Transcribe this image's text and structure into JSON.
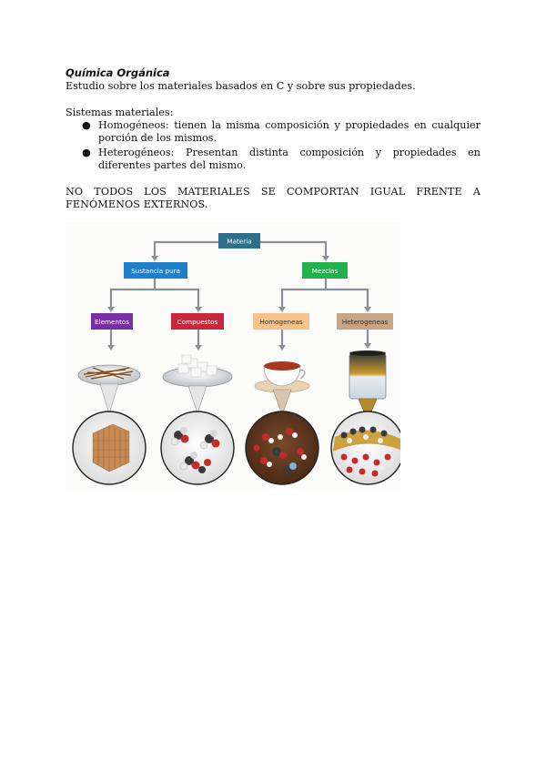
{
  "document": {
    "title": "Química Orgánica",
    "subtitle": "Estudio sobre los materiales basados en C y sobre sus propiedades.",
    "systems_label": "Sistemas materiales:",
    "bullets": [
      {
        "text": "Homogéneos: tienen la misma composición y propiedades en cualquier porción de los mismos."
      },
      {
        "text": "Heterogéneos: Presentan distinta composición y propiedades en diferentes partes del mismo."
      }
    ],
    "notice": "NO TODOS LOS MATERIALES SE COMPORTAN IGUAL FRENTE A FENÓMENOS EXTERNOS."
  },
  "diagram": {
    "root": "Materia",
    "level1": [
      "Sustancia pura",
      "Mezclas"
    ],
    "level2": [
      "Elementos",
      "Compuestos",
      "Homogeneas",
      "Heterogeneas"
    ],
    "colors": {
      "root": "#2e6f8e",
      "sustancia": "#1f7fc8",
      "mezclas": "#22b14c",
      "elementos": "#7a2fa3",
      "compuestos": "#c8283c",
      "homogeneas": "#f6c48a",
      "heterogeneas": "#c8a486",
      "arrow": "#8a8f96"
    }
  }
}
